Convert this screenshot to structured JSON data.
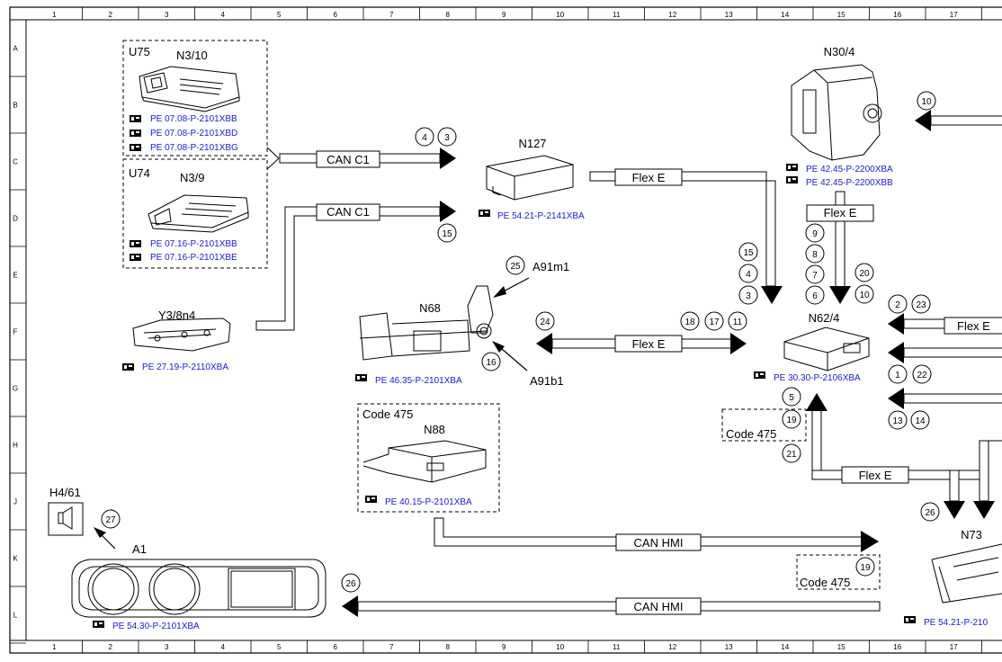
{
  "grid": {
    "cols": [
      "1",
      "2",
      "3",
      "4",
      "5",
      "6",
      "7",
      "8",
      "9",
      "10",
      "11",
      "12",
      "13",
      "14",
      "15",
      "16",
      "17",
      "1"
    ],
    "rows": [
      "A",
      "B",
      "C",
      "D",
      "E",
      "F",
      "G",
      "H",
      "J",
      "K",
      "L"
    ]
  },
  "components": {
    "u75": "U75",
    "n3_10": "N3/10",
    "u74": "U74",
    "n3_9": "N3/9",
    "y3_8n4": "Y3/8n4",
    "n127": "N127",
    "n68": "N68",
    "a91m1": "A91m1",
    "a91b1": "A91b1",
    "n30_4": "N30/4",
    "n62_4": "N62/4",
    "n88": "N88",
    "code475_n88": "Code 475",
    "code475_a": "Code 475",
    "code475_b": "Code 475",
    "h4_61": "H4/61",
    "a1": "A1",
    "n73": "N73"
  },
  "refs": {
    "n3_10_a": "PE 07.08-P-2101XBB",
    "n3_10_b": "PE 07.08-P-2101XBD",
    "n3_10_c": "PE 07.08-P-2101XBG",
    "n3_9_a": "PE 07.16-P-2101XBB",
    "n3_9_b": "PE 07.16-P-2101XBE",
    "y3": "PE 27.19-P-2110XBA",
    "n127": "PE 54.21-P-2141XBA",
    "n68": "PE 46.35-P-2101XBA",
    "n30_a": "PE 42.45-P-2200XBA",
    "n30_b": "PE 42.45-P-2200XBB",
    "n62": "PE 30.30-P-2106XBA",
    "n88": "PE 40.15-P-2101XBA",
    "a1": "PE 54.30-P-2101XBA",
    "n73": "PE 54.21-P-210"
  },
  "buses": {
    "can_c1_top": "CAN C1",
    "can_c1_bot": "CAN C1",
    "flex_n127": "Flex E",
    "flex_n30": "Flex E",
    "flex_n68": "Flex E",
    "flex_right": "Flex E",
    "flex_bottom": "Flex E",
    "can_hmi_top": "CAN HMI",
    "can_hmi_bot": "CAN HMI"
  },
  "callouts": {
    "c4": "4",
    "c3": "3",
    "c15a": "15",
    "c10": "10",
    "c15b": "15",
    "c4b": "4",
    "c3b": "3",
    "c9": "9",
    "c8": "8",
    "c7": "7",
    "c6": "6",
    "c20": "20",
    "c10b": "10",
    "c2": "2",
    "c23": "23",
    "c1": "1",
    "c22": "22",
    "c13": "13",
    "c14": "14",
    "c25": "25",
    "c24": "24",
    "c18": "18",
    "c17": "17",
    "c11": "11",
    "c16": "16",
    "c5": "5",
    "c19a": "19",
    "c21": "21",
    "c26a": "26",
    "c19b": "19",
    "c26b": "26",
    "c27": "27"
  },
  "colors": {
    "reference_link": "#1a1ad6",
    "ink": "#000000"
  }
}
